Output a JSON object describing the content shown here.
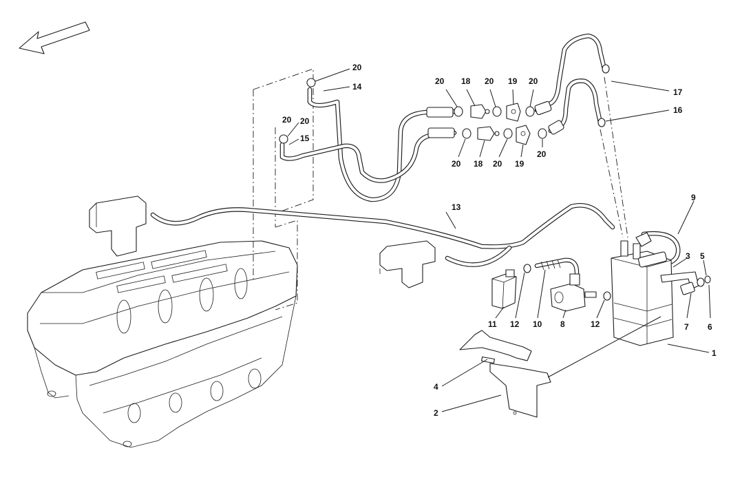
{
  "colors": {
    "line": "#1a1a1a",
    "background": "#ffffff"
  },
  "icons": {
    "direction": "arrow-left-icon"
  },
  "labels": {
    "p1": "1",
    "p2": "2",
    "p3": "3",
    "p4": "4",
    "p5": "5",
    "p6": "6",
    "p7": "7",
    "p8": "8",
    "p9": "9",
    "p10": "10",
    "p11": "11",
    "p12a": "12",
    "p12b": "12",
    "p13": "13",
    "p14": "14",
    "p15": "15",
    "p16": "16",
    "p17": "17",
    "p18a": "18",
    "p18b": "18",
    "p19a": "19",
    "p19b": "19",
    "p20a": "20",
    "p20b": "20",
    "p20c": "20",
    "p20d": "20",
    "p20e": "20",
    "p20f": "20",
    "p20g": "20",
    "p20h": "20",
    "p20i": "20"
  }
}
